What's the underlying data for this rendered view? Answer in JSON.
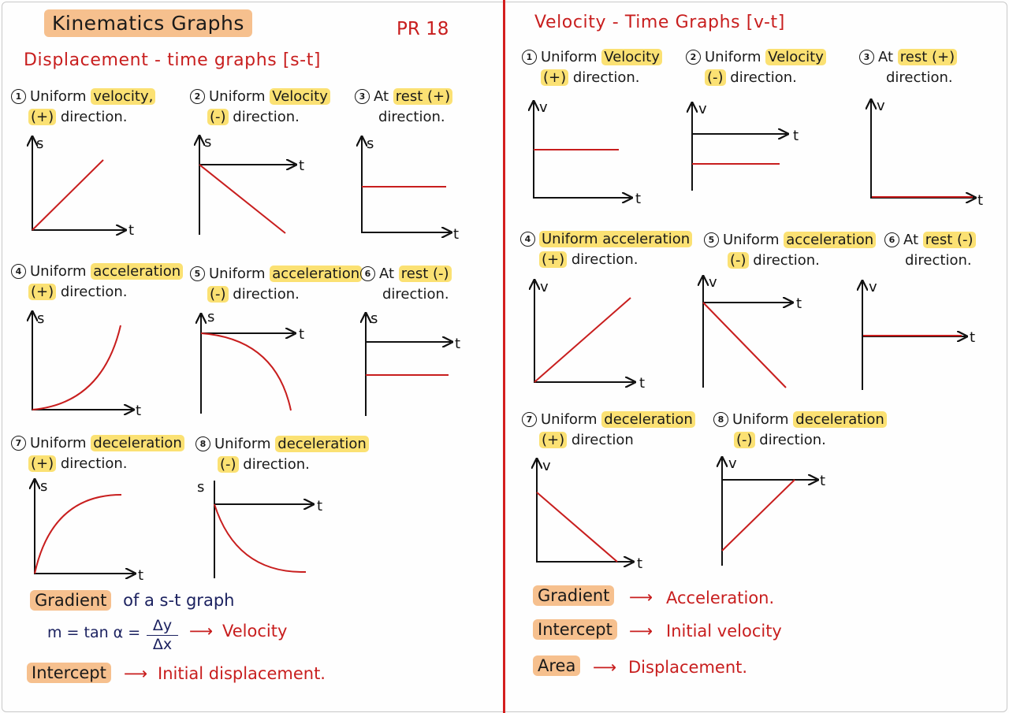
{
  "header": {
    "main_title": "Kinematics Graphs",
    "page_ref": "PR 18"
  },
  "st": {
    "heading": "Displacement - time graphs [s-t]",
    "items": [
      {
        "num": "1",
        "l1_pre": "Uniform ",
        "l1_hl": "velocity,",
        "l1_post": "",
        "l2_hl": "(+)",
        "l2_post": " direction."
      },
      {
        "num": "2",
        "l1_pre": "Uniform ",
        "l1_hl": "Velocity",
        "l1_post": "",
        "l2_hl": "(-)",
        "l2_post": " direction."
      },
      {
        "num": "3",
        "l1_pre": "At ",
        "l1_hl": "rest (+)",
        "l1_post": "",
        "l2_hl": "",
        "l2_post": "direction."
      },
      {
        "num": "4",
        "l1_pre": "Uniform ",
        "l1_hl": "acceleration",
        "l1_post": "",
        "l2_hl": "(+)",
        "l2_post": " direction."
      },
      {
        "num": "5",
        "l1_pre": "Uniform ",
        "l1_hl": "acceleration",
        "l1_post": "",
        "l2_hl": "(-)",
        "l2_post": " direction."
      },
      {
        "num": "6",
        "l1_pre": "At ",
        "l1_hl": "rest (-)",
        "l1_post": "",
        "l2_hl": "",
        "l2_post": "direction."
      },
      {
        "num": "7",
        "l1_pre": "Uniform ",
        "l1_hl": "deceleration",
        "l1_post": "",
        "l2_hl": "(+)",
        "l2_post": " direction."
      },
      {
        "num": "8",
        "l1_pre": "Uniform ",
        "l1_hl": "deceleration",
        "l1_post": "",
        "l2_hl": "(-)",
        "l2_post": " direction."
      }
    ],
    "axis_y": "s",
    "axis_x": "t",
    "gradient_label": "Gradient",
    "gradient_rest": "of a s-t graph",
    "formula_left": "m = tan α =",
    "formula_num": "Δy",
    "formula_den": "Δx",
    "formula_result": "Velocity",
    "intercept_label": "Intercept",
    "intercept_result": "Initial displacement."
  },
  "vt": {
    "heading": "Velocity - Time Graphs [v-t]",
    "items": [
      {
        "num": "1",
        "l1_pre": "Uniform ",
        "l1_hl": "Velocity",
        "l2_hl": "(+)",
        "l2_post": " direction."
      },
      {
        "num": "2",
        "l1_pre": "Uniform ",
        "l1_hl": "Velocity",
        "l2_hl": "(-)",
        "l2_post": " direction."
      },
      {
        "num": "3",
        "l1_pre": "At ",
        "l1_hl": "rest (+)",
        "l2_hl": "",
        "l2_post": "direction."
      },
      {
        "num": "4",
        "l1_pre": "",
        "l1_hl": "Uniform acceleration",
        "l2_hl": "(+)",
        "l2_post": " direction."
      },
      {
        "num": "5",
        "l1_pre": "Uniform ",
        "l1_hl": "acceleration",
        "l2_hl": "(-)",
        "l2_post": " direction."
      },
      {
        "num": "6",
        "l1_pre": "At ",
        "l1_hl": "rest (-)",
        "l2_hl": "",
        "l2_post": "direction."
      },
      {
        "num": "7",
        "l1_pre": "Uniform ",
        "l1_hl": "deceleration",
        "l2_hl": "(+)",
        "l2_post": " direction"
      },
      {
        "num": "8",
        "l1_pre": "Uniform ",
        "l1_hl": "deceleration",
        "l2_hl": "(-)",
        "l2_post": " direction."
      }
    ],
    "axis_y": "v",
    "axis_x": "t",
    "gradient_label": "Gradient",
    "gradient_result": "Acceleration.",
    "intercept_label": "Intercept",
    "intercept_result": "Initial velocity",
    "area_label": "Area",
    "area_result": "Displacement."
  },
  "colors": {
    "accent_red": "#c81e1e",
    "highlight_yellow": "#fbe173",
    "highlight_orange": "#f6c08e",
    "formula_navy": "#1c2260"
  }
}
